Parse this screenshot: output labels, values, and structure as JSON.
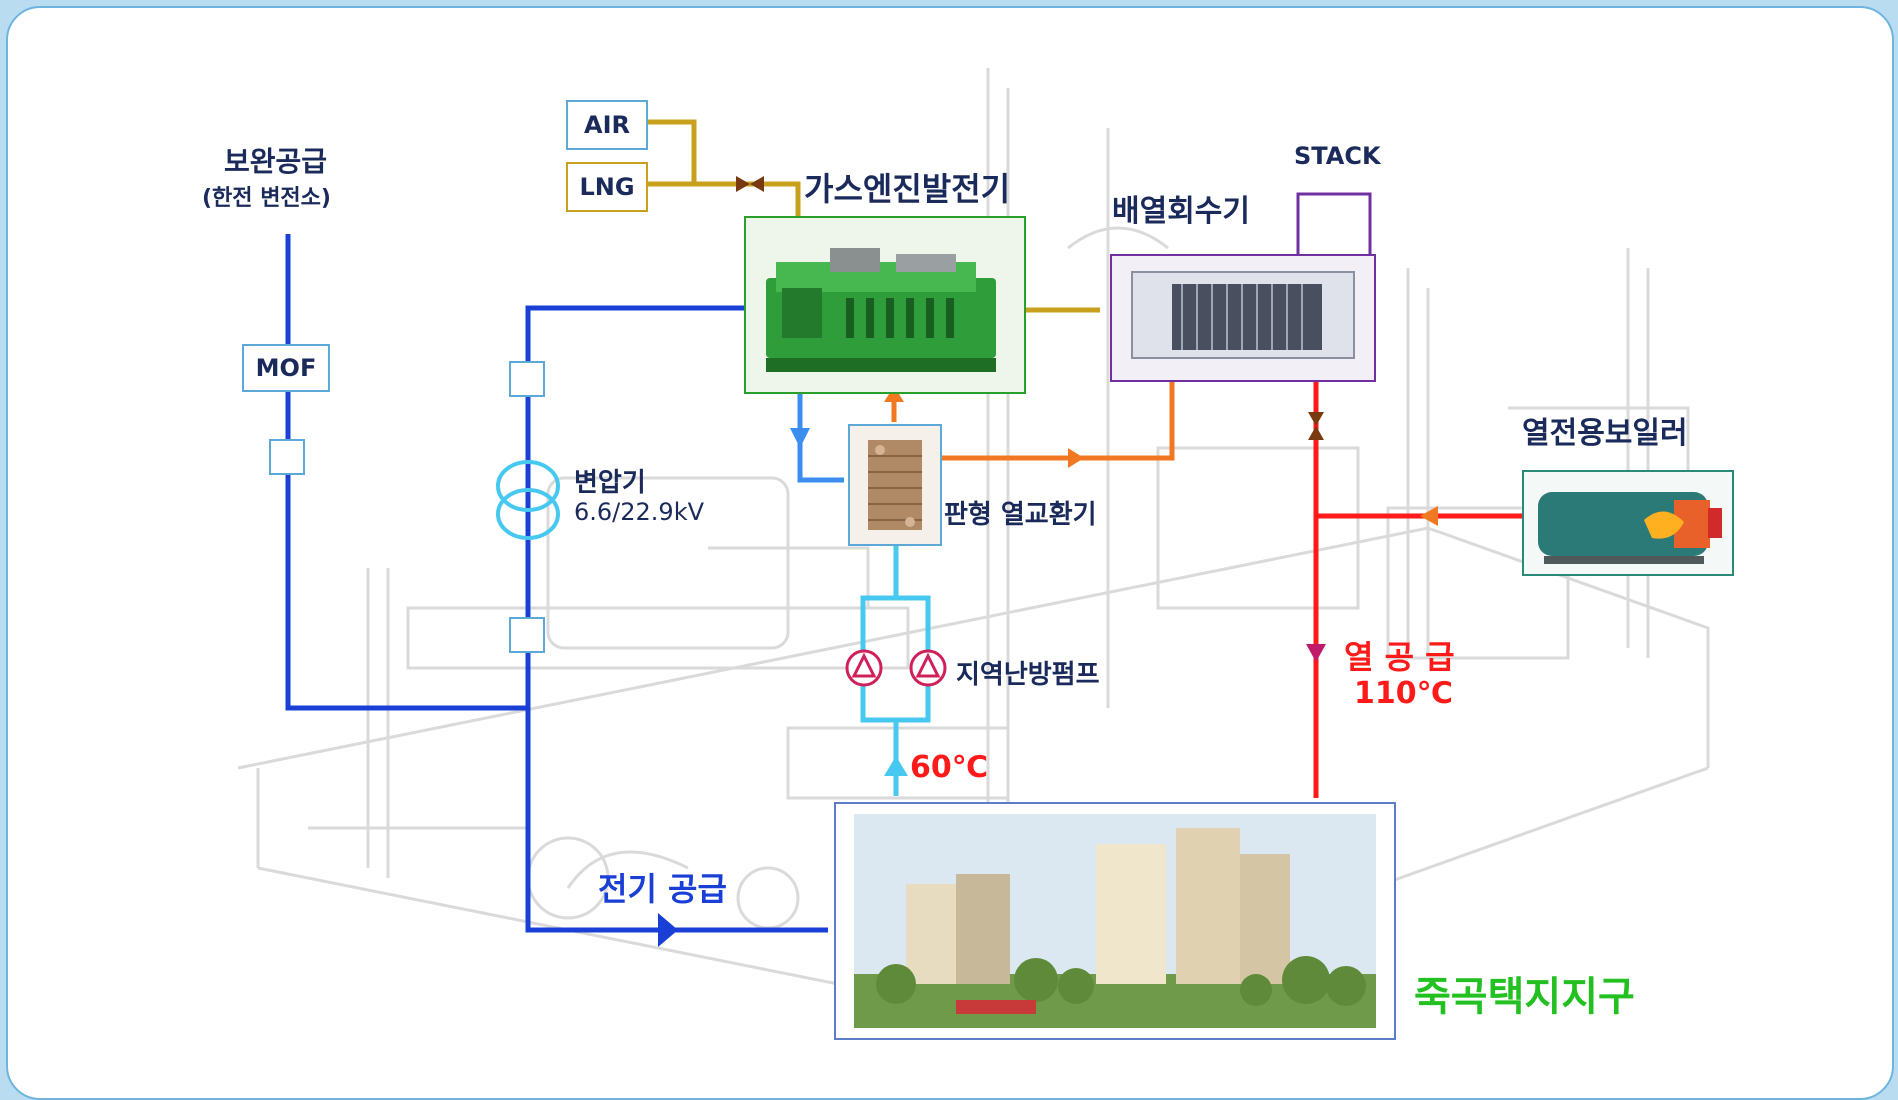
{
  "sources": {
    "backup_supply_title": "보완공급",
    "backup_supply_sub": "(한전 변전소)",
    "air": "AIR",
    "lng": "LNG"
  },
  "equipment": {
    "gas_engine": "가스엔진발전기",
    "hrsg": "배열회수기",
    "stack": "STACK",
    "boiler": "열전용보일러",
    "plate_hx": "판형 열교환기",
    "pump": "지역난방펌프",
    "mof": "MOF",
    "transformer": "변압기",
    "transformer_rating": "6.6/22.9kV"
  },
  "supply": {
    "electricity": "전기 공급",
    "heat": "열 공 급",
    "heat_temp": "110℃",
    "return_temp": "60℃"
  },
  "destination": {
    "district": "죽곡택지지구"
  },
  "colors": {
    "electric": "#1a3fd6",
    "gas": "#c8a01e",
    "coolant": "#46c8f0",
    "heat": "#ff1a1a",
    "exhaust": "#f07820",
    "district_text": "#22c020"
  }
}
